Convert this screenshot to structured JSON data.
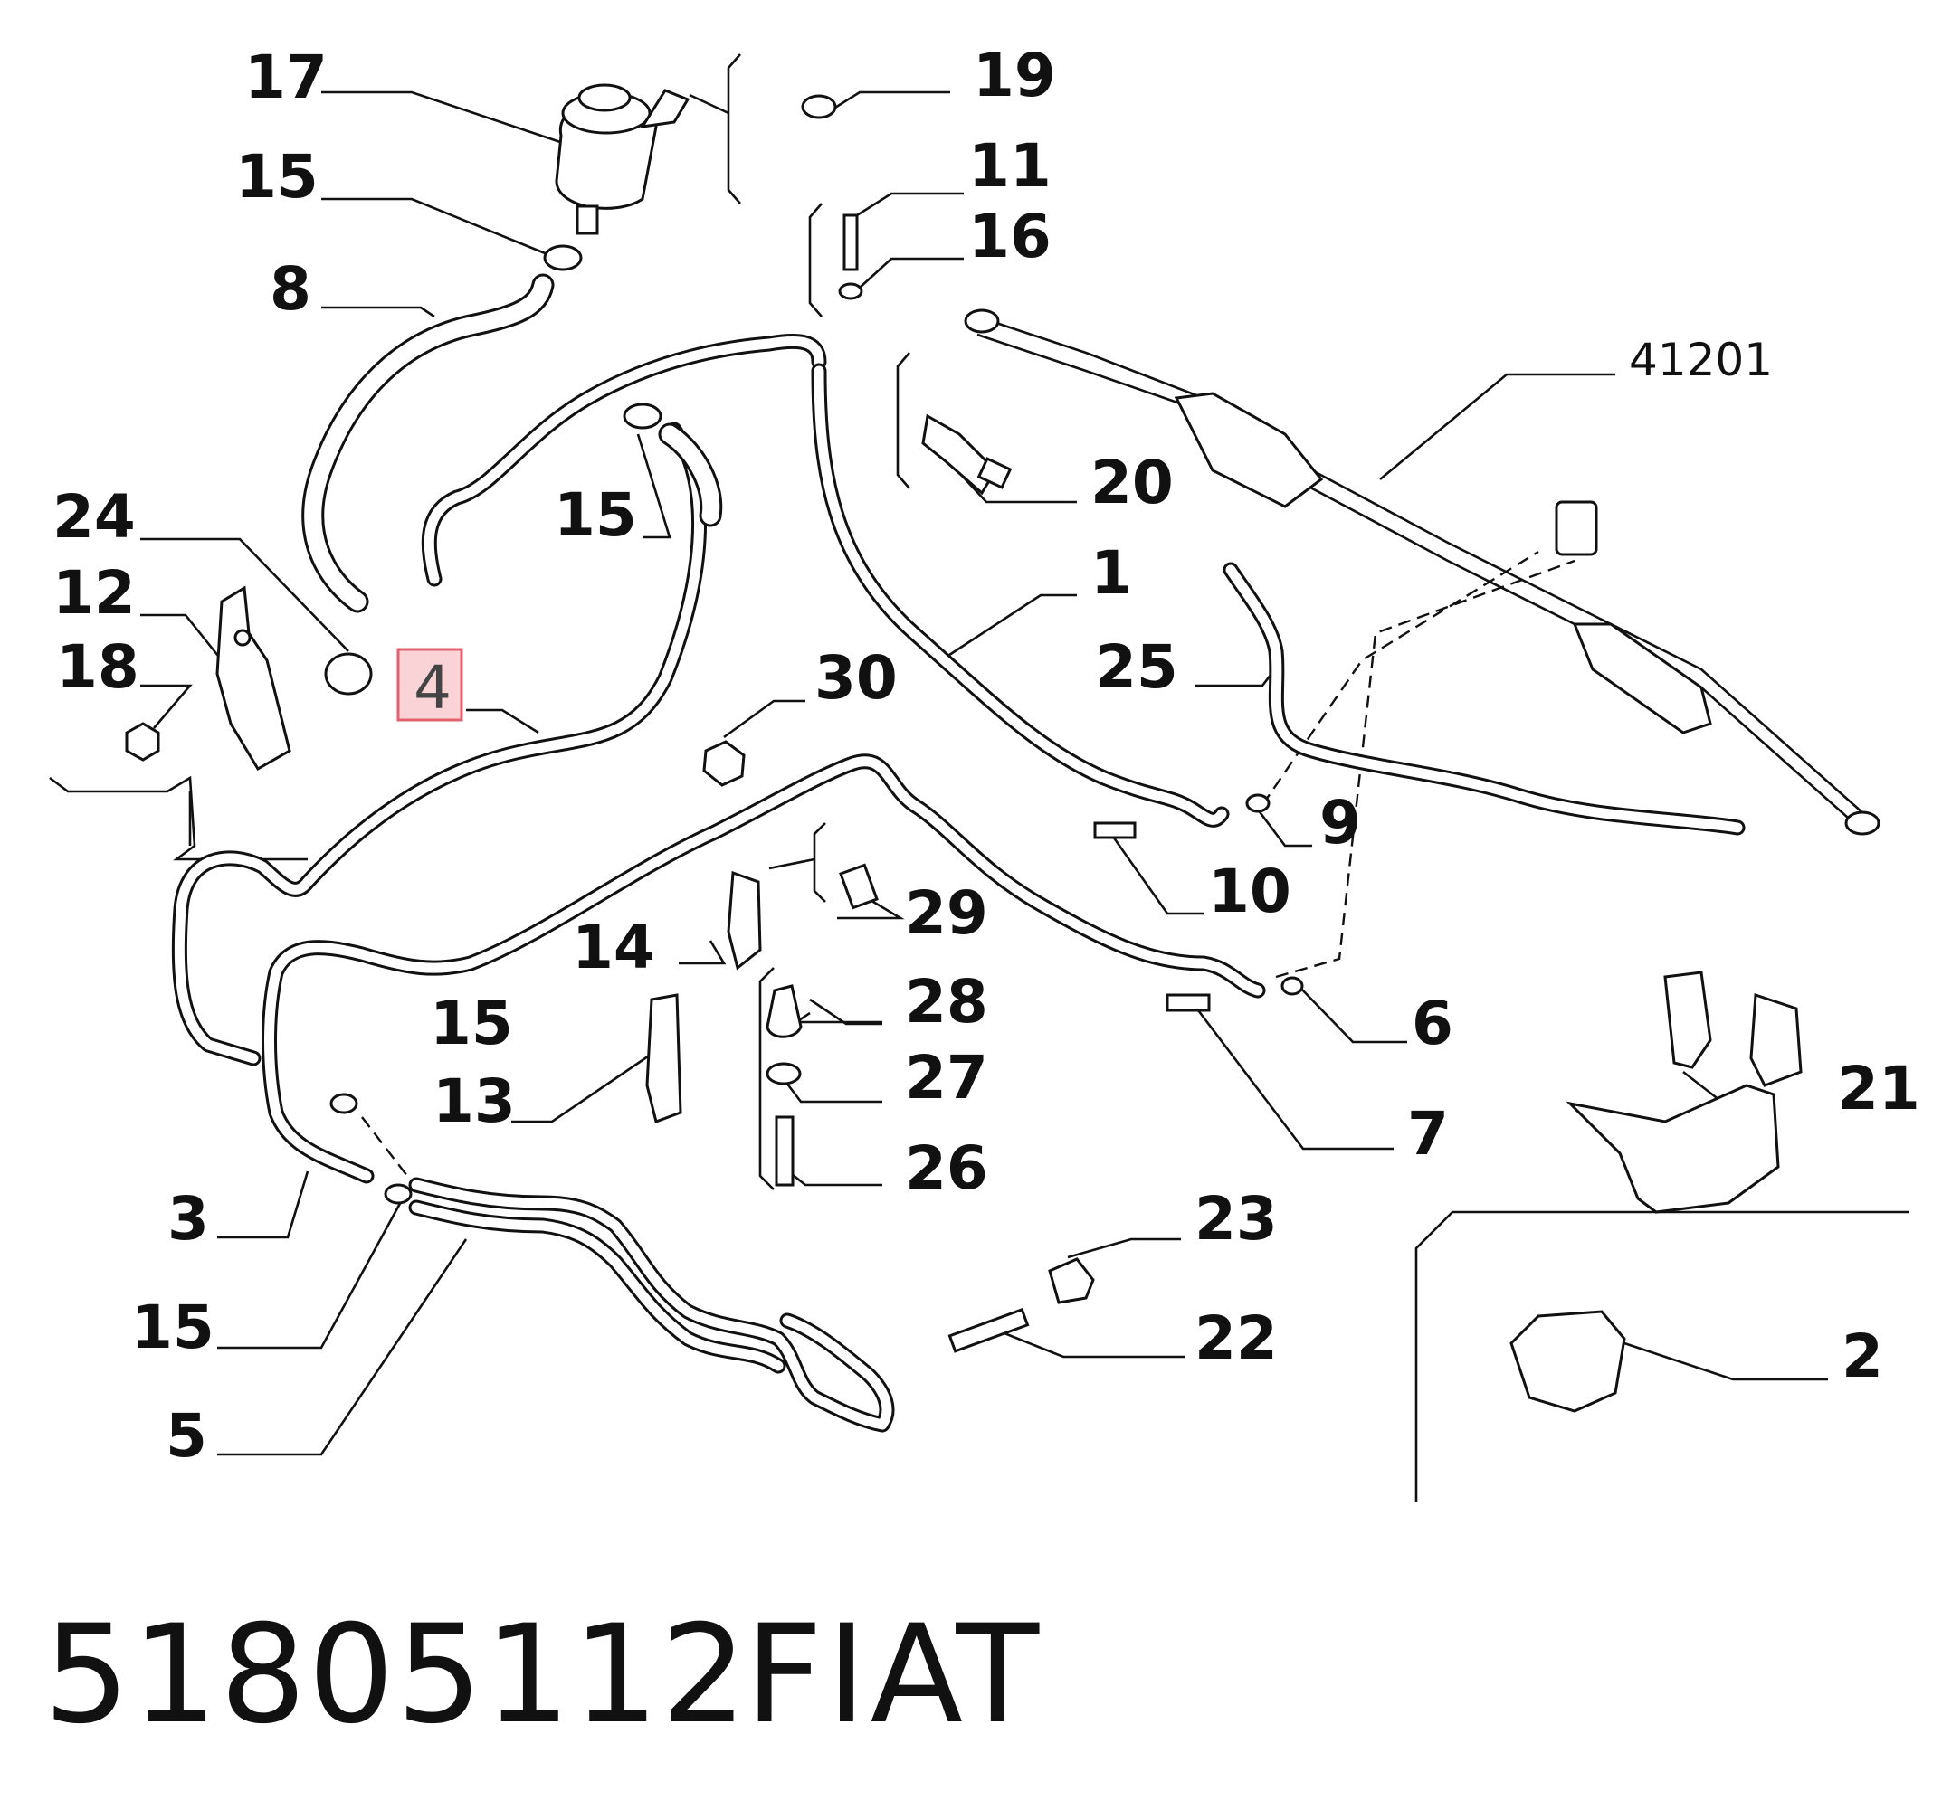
{
  "diagram": {
    "labels": {
      "l17": "17",
      "l19": "19",
      "l15a": "15",
      "l11": "11",
      "l16": "16",
      "l8": "8",
      "l41201": "41201",
      "l20": "20",
      "l24": "24",
      "l15b": "15",
      "l1": "1",
      "l12": "12",
      "l25": "25",
      "l18": "18",
      "l4": "4",
      "l30": "30",
      "l9": "9",
      "l10": "10",
      "l29": "29",
      "l14": "14",
      "l28": "28",
      "l6": "6",
      "l15c": "15",
      "l27": "27",
      "l21": "21",
      "l13": "13",
      "l7": "7",
      "l26": "26",
      "l3": "3",
      "l23": "23",
      "l15d": "15",
      "l22": "22",
      "l2": "2",
      "l5": "5"
    },
    "highlighted_callout": "4"
  },
  "footer": {
    "part_number": "51805112",
    "brand": "FIAT"
  },
  "colors": {
    "line": "#111111",
    "highlight_fill": "#f9d3d6",
    "highlight_border": "#e2606f"
  }
}
